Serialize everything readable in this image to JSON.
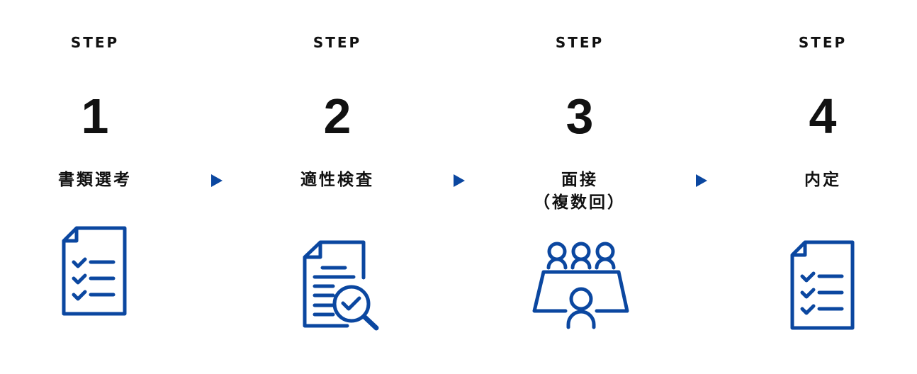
{
  "accent_color": "#0b47a0",
  "steps": [
    {
      "step_label": "STEP",
      "number": "1",
      "title": "書類選考",
      "icon": "checklist-document-icon"
    },
    {
      "step_label": "STEP",
      "number": "2",
      "title": "適性検査",
      "icon": "document-search-check-icon"
    },
    {
      "step_label": "STEP",
      "number": "3",
      "title": "面接",
      "subtitle": "（複数回）",
      "icon": "interview-meeting-icon"
    },
    {
      "step_label": "STEP",
      "number": "4",
      "title": "内定",
      "icon": "checklist-document-icon"
    }
  ]
}
